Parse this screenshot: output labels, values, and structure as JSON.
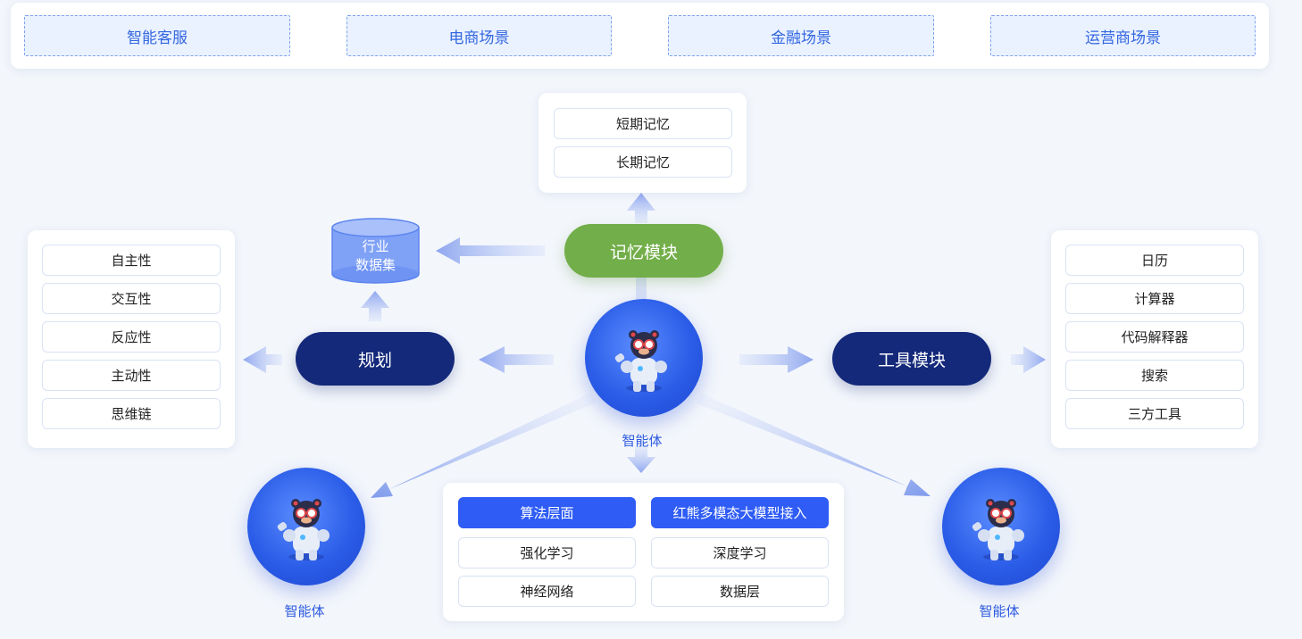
{
  "scenes": [
    "智能客服",
    "电商场景",
    "金融场景",
    "运营商场景"
  ],
  "memory": {
    "module_label": "记忆模块",
    "items": [
      "短期记忆",
      "长期记忆"
    ]
  },
  "dataset": {
    "line1": "行业",
    "line2": "数据集"
  },
  "planning": {
    "label": "规划",
    "items": [
      "自主性",
      "交互性",
      "反应性",
      "主动性",
      "思维链"
    ]
  },
  "tools": {
    "label": "工具模块",
    "items": [
      "日历",
      "计算器",
      "代码解释器",
      "搜索",
      "三方工具"
    ]
  },
  "agent_label": "智能体",
  "algorithm": {
    "header_left": "算法层面",
    "header_right": "红熊多模态大模型接入",
    "rows": [
      [
        "强化学习",
        "深度学习"
      ],
      [
        "神经网络",
        "数据层"
      ]
    ]
  },
  "colors": {
    "accent_blue": "#2f5cf5",
    "dark_navy": "#14297a",
    "memory_green": "#72ae49",
    "arrow": "#9fb4f2"
  }
}
